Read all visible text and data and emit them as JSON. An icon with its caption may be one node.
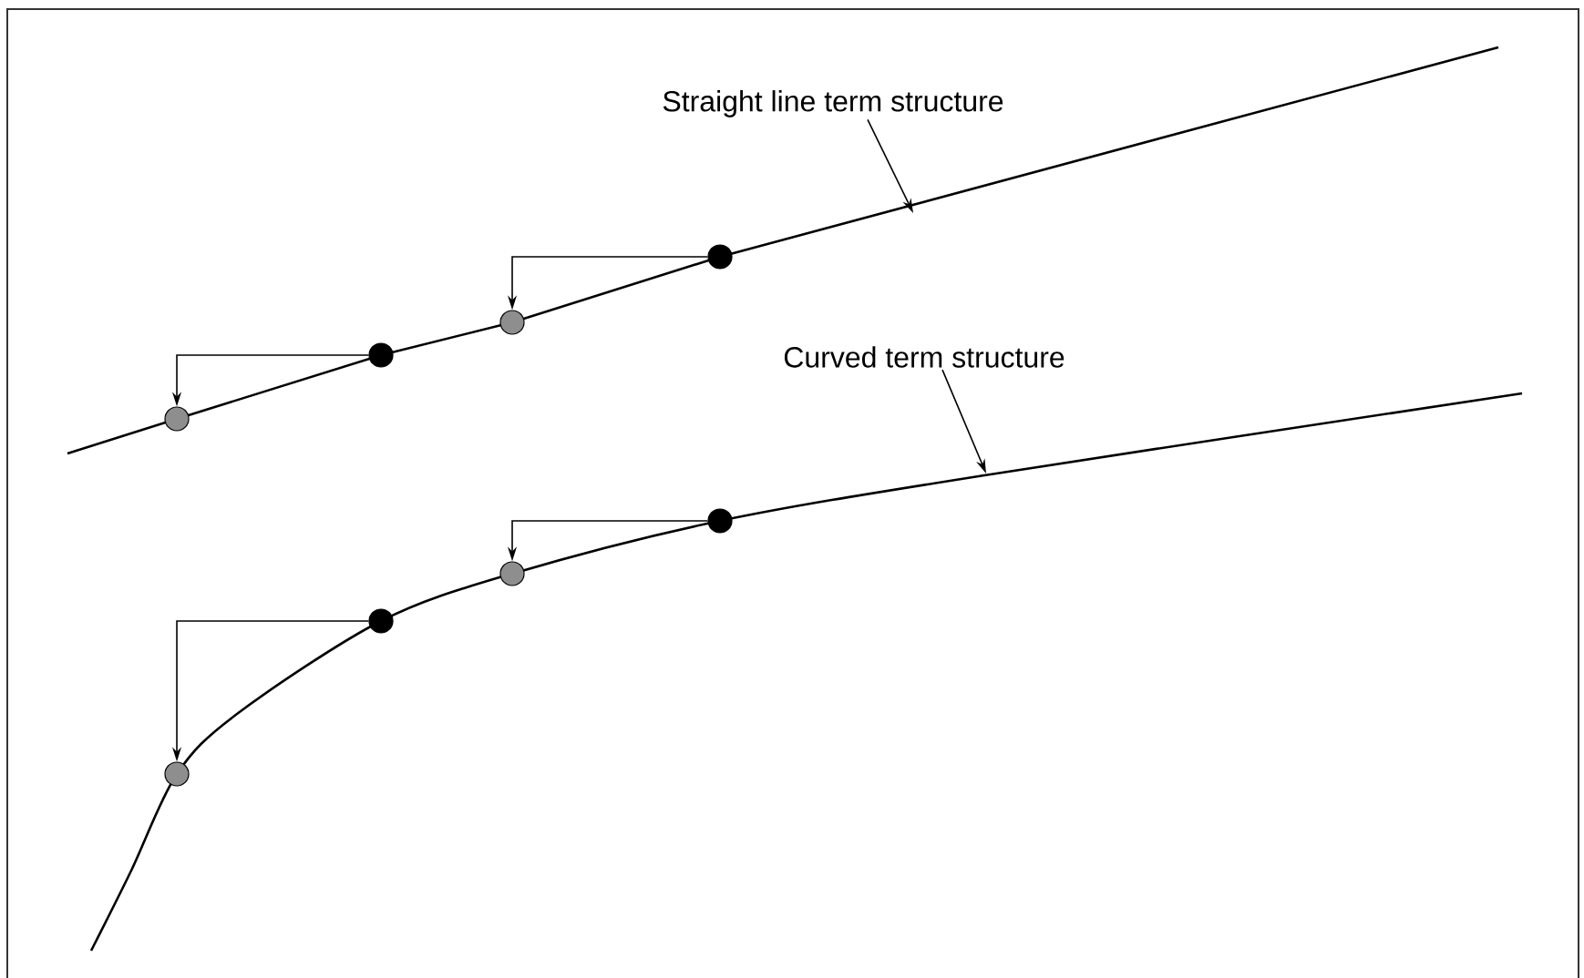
{
  "diagram": {
    "nodes": [
      {
        "text": [
          "Straight line term structure"
        ]
      },
      {
        "text": [
          "Curved term structure"
        ]
      },
      {
        "text": [],
        "shape": "circle"
      },
      {
        "text": [],
        "shape": "circle"
      },
      {
        "text": [],
        "shape": "circle"
      },
      {
        "text": [],
        "shape": "circle"
      },
      {
        "text": [],
        "shape": "circle"
      },
      {
        "text": [],
        "shape": "circle"
      },
      {
        "text": [],
        "shape": "circle"
      },
      {
        "text": [],
        "shape": "circle"
      }
    ],
    "edges": [
      {
        "from": 3,
        "to": 2,
        "arrow": "to"
      },
      {
        "from": 5,
        "to": 4,
        "arrow": "to"
      },
      {
        "from": 7,
        "to": 6,
        "arrow": "to"
      },
      {
        "from": 9,
        "to": 8,
        "arrow": "to"
      },
      {
        "from": 0,
        "to": null,
        "arrow": "to"
      },
      {
        "from": 1,
        "to": null,
        "arrow": "to"
      }
    ]
  }
}
